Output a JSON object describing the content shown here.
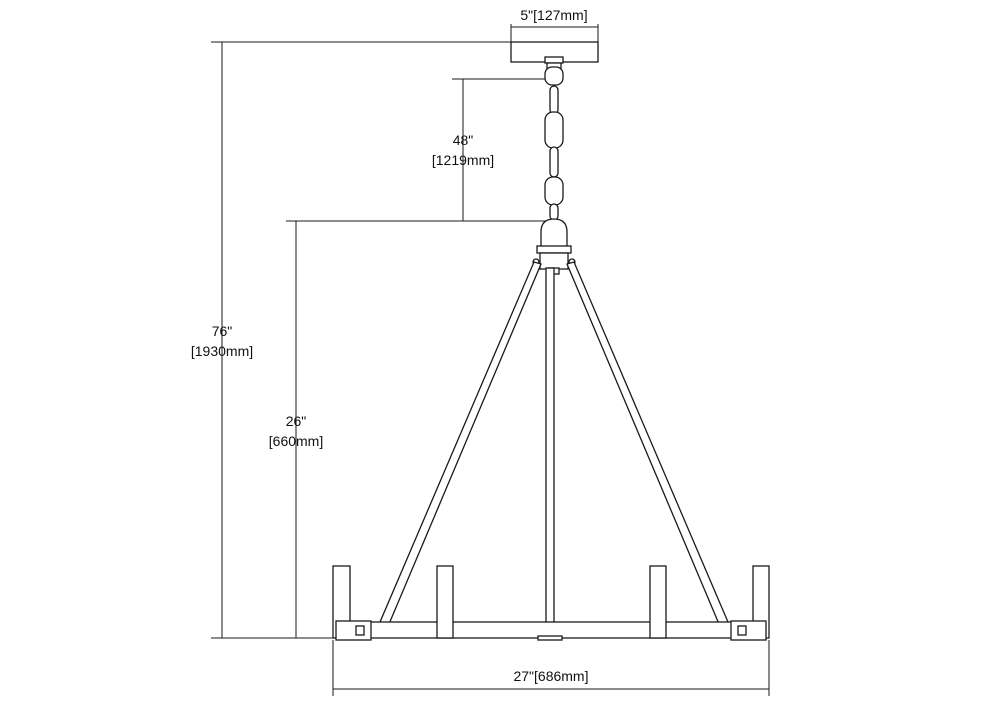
{
  "dimensions": {
    "canopy_width": "5\"[127mm]",
    "chain_length_in": "48\"",
    "chain_length_mm": "[1219mm]",
    "overall_height_in": "76\"",
    "overall_height_mm": "[1930mm]",
    "fixture_height_in": "26\"",
    "fixture_height_mm": "[660mm]",
    "fixture_width": "27\"[686mm]"
  },
  "colors": {
    "line": "#1a1a1a",
    "background": "#ffffff"
  }
}
